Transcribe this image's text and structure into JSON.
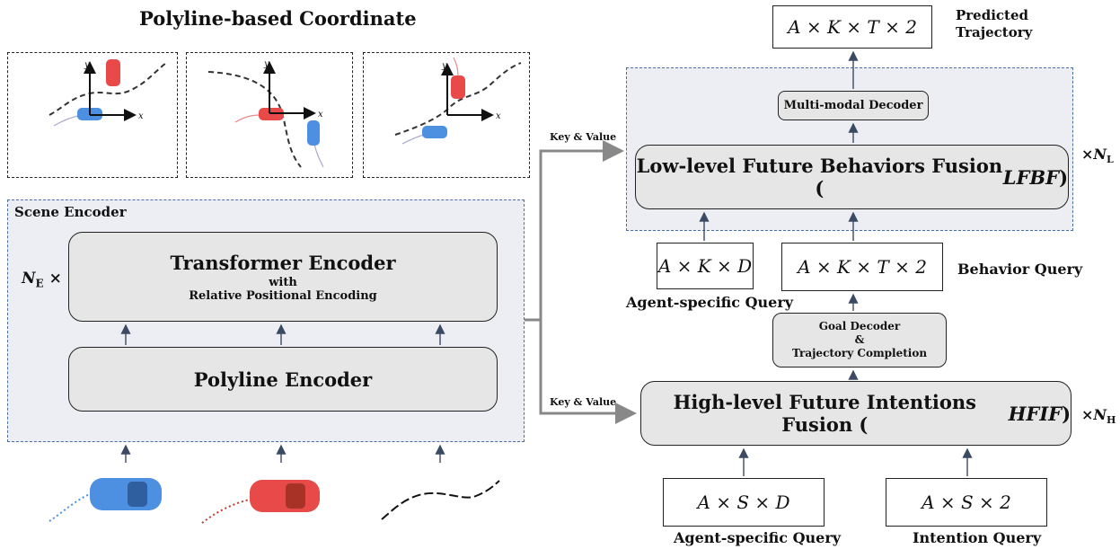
{
  "title": "Polyline-based Coordinate",
  "scene_encoder": {
    "label": "Scene Encoder",
    "stack": "N",
    "stack_sub": "E",
    "stack_times": "×",
    "transformer": {
      "title": "Transformer Encoder",
      "sub1": "with",
      "sub2": "Relative Positional Encoding"
    },
    "polyline": "Polyline Encoder"
  },
  "axes": {
    "x": "x",
    "y": "y"
  },
  "key_value": "Key & Value",
  "lfbf": {
    "prefix": "Low-level Future Behaviors Fusion (",
    "abbr": "LFBF",
    "suffix": ")",
    "repeat": "×",
    "repeat_sym": "N",
    "repeat_sub": "L"
  },
  "multimodal_decoder": "Multi-modal Decoder",
  "output_shape": "A × K × T × 2",
  "predicted_label": [
    "Predicted",
    "Trajectory"
  ],
  "agent_query_top": {
    "shape": "A × K × D",
    "label": "Agent-specific Query"
  },
  "behavior_query": {
    "shape": "A × K × T × 2",
    "label": "Behavior Query"
  },
  "goal_decoder": [
    "Goal Decoder",
    "&",
    "Trajectory Completion"
  ],
  "hfif": {
    "prefix": "High-level Future Intentions Fusion (",
    "abbr": "HFIF",
    "suffix": ")",
    "repeat": "×",
    "repeat_sym": "N",
    "repeat_sub": "H"
  },
  "agent_query_bottom": {
    "shape": "A × S × D",
    "label": "Agent-specific Query"
  },
  "intention_query": {
    "shape": "A × S × 2",
    "label": "Intention Query"
  },
  "colors": {
    "panel_border": "#4a6fa5",
    "arrow": "#3a4a63",
    "gray_arrow": "#888888",
    "blue_car": "#4d8fe0",
    "red_car": "#e84a4a"
  }
}
